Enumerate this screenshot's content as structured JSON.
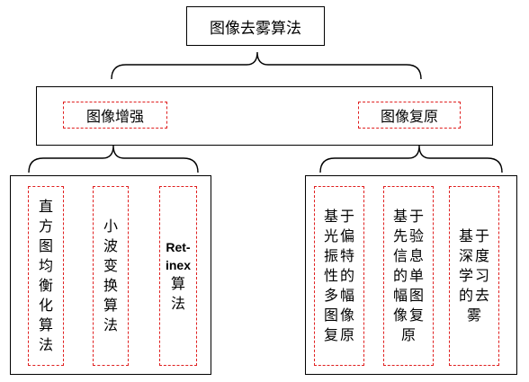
{
  "root": {
    "label": "图像去雾算法"
  },
  "categories": [
    {
      "label": "图像增强",
      "methods": [
        {
          "label": "直方图均衡化算法"
        },
        {
          "label": "小波变换算法"
        },
        {
          "label": "Ret-inex算法",
          "latin_lines": [
            "Ret-",
            "inex"
          ],
          "cjk_lines": [
            "算",
            "法"
          ]
        }
      ]
    },
    {
      "label": "图像复原",
      "methods": [
        {
          "label": "基于光偏振特性的多幅图像复原"
        },
        {
          "label": "基于先验信息的单幅图像复原"
        },
        {
          "label": "基于深度学习的去雾"
        }
      ]
    }
  ],
  "colors": {
    "border": "#000000",
    "dashed_border": "#e02020",
    "background": "#ffffff"
  }
}
